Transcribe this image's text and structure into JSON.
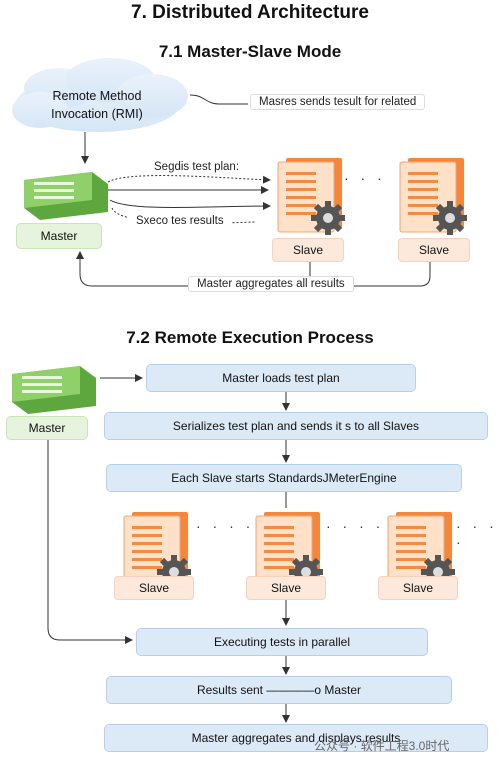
{
  "title": "7. Distributed Architecture",
  "section1": {
    "heading": "7.1 Master-Slave Mode",
    "rmi_line1": "Remote Method",
    "rmi_line2": "Invocation (RMI)",
    "note_top": "Masres sends tesult for related",
    "send_plan": "Segdis test plan:",
    "exec_results": "Sxeco tes results",
    "master": "Master",
    "slave": "Slave",
    "aggregate": "Master aggregates all results",
    "dots": "· · ·"
  },
  "section2": {
    "heading": "7.2 Remote Execution Process",
    "master": "Master",
    "slave": "Slave",
    "dots": "· · · ·",
    "steps": [
      "Master loads test plan",
      "Serializes test plan and sends it s to all Slaves",
      "Each Slave starts StandardsJMeterEngine",
      "Executing tests in parallel",
      "Results sent ――――o Master",
      "Master aggregates and displays results"
    ]
  },
  "watermark": "公众号 · 软件工程3.0时代",
  "colors": {
    "green": "#7cc35a",
    "orange": "#f4873c",
    "blue": "#dceaf7"
  }
}
